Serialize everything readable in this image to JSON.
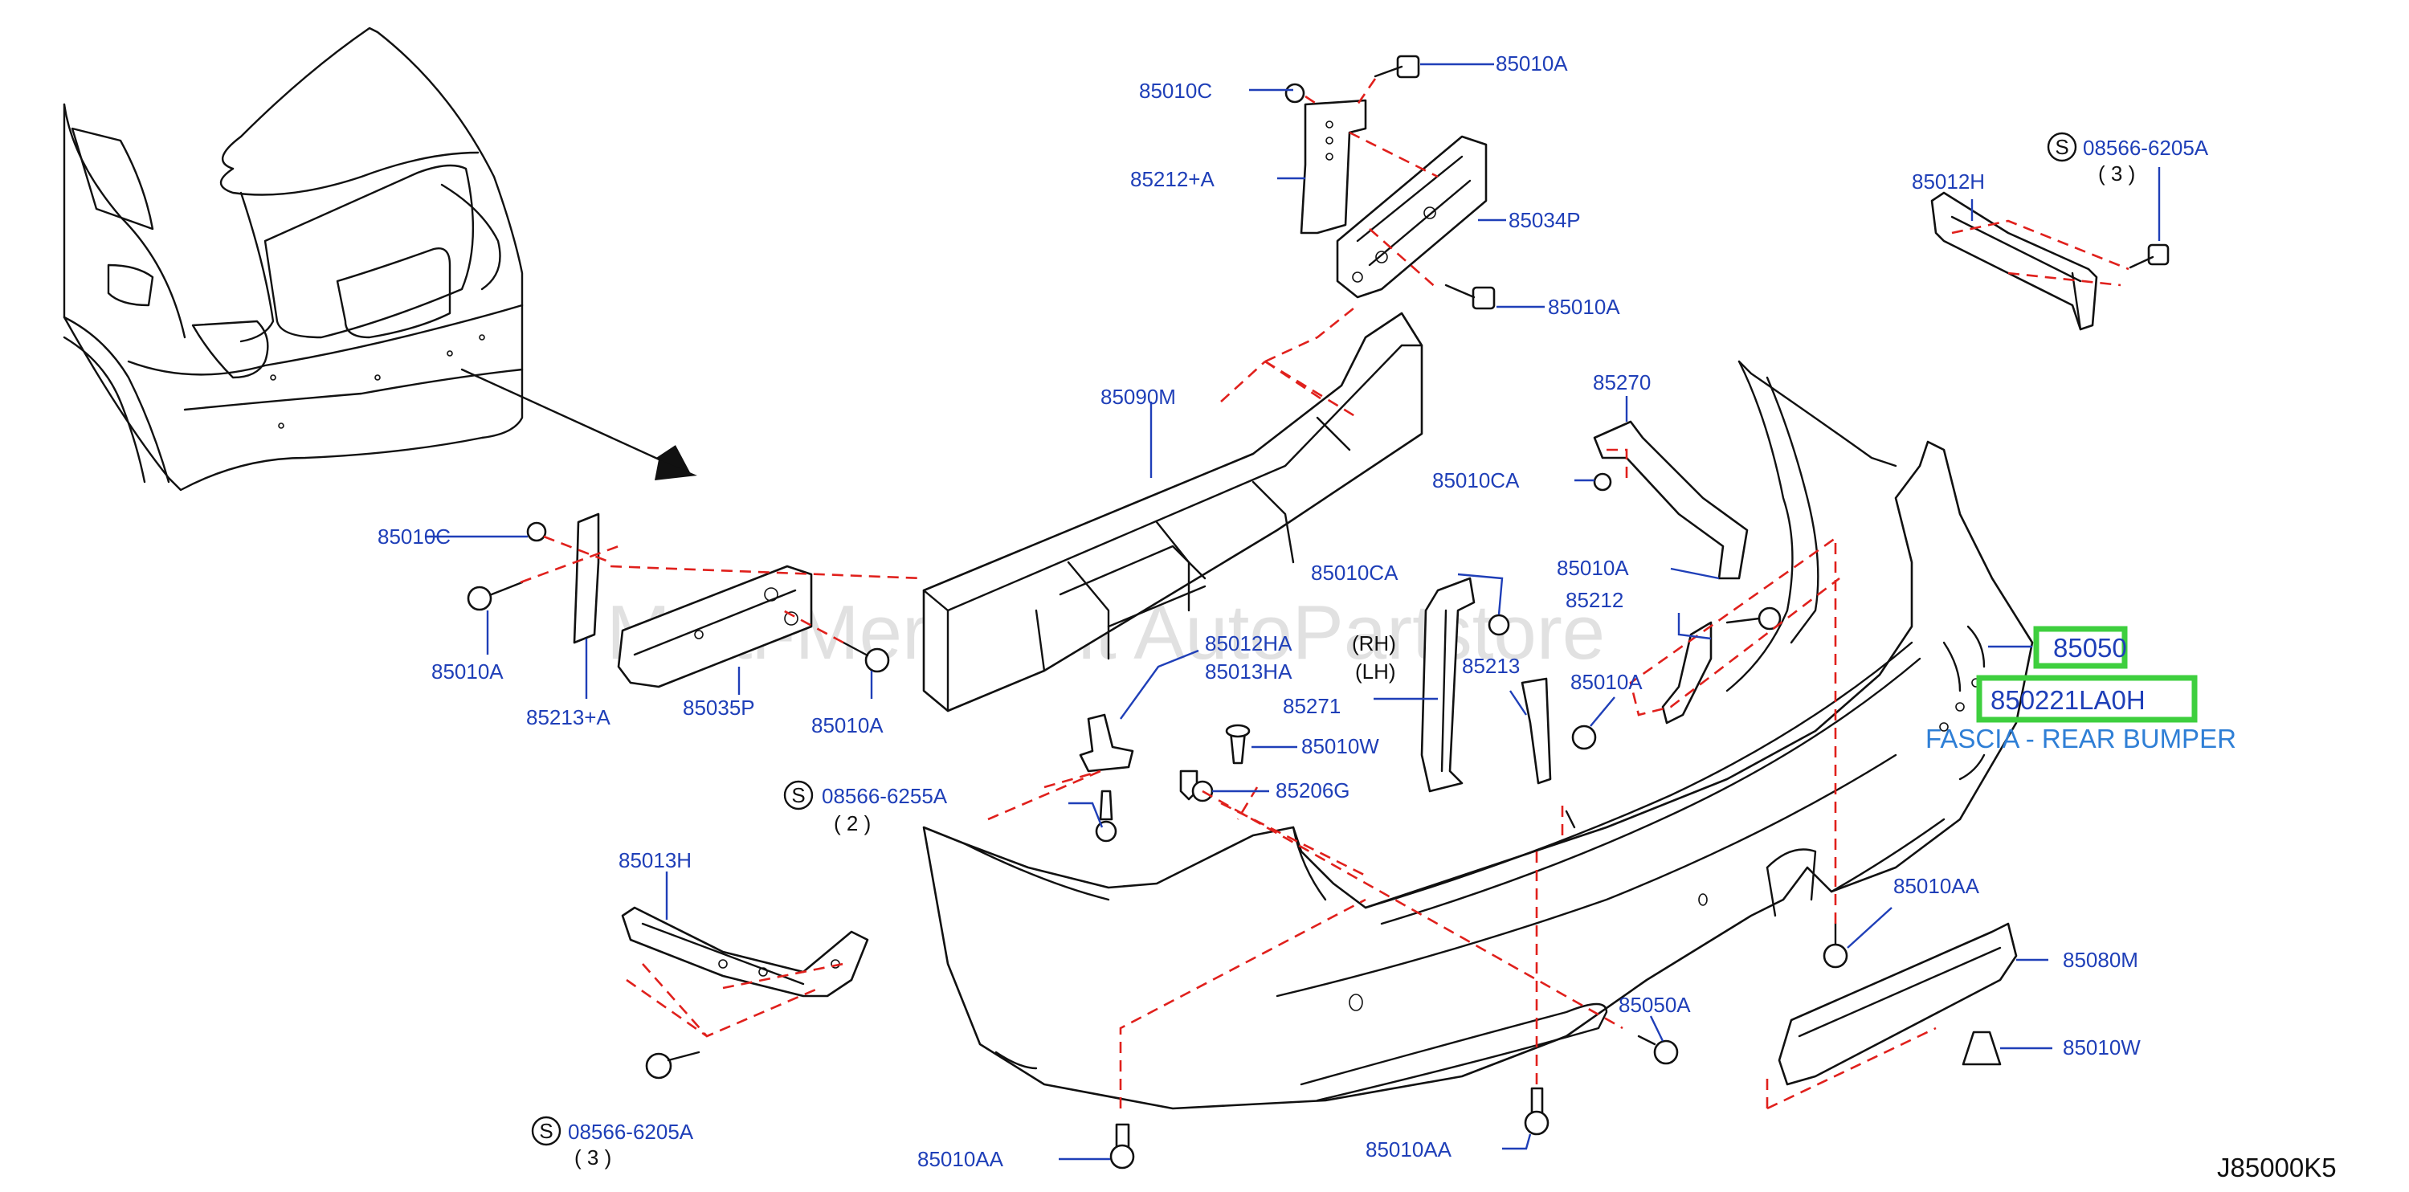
{
  "diagram": {
    "watermark": "Multi-Merchant AutoPartstore",
    "drawing_code": "J85000K5",
    "highlighted_part": {
      "part_number": "850221LA0H",
      "description": "FASCIA - REAR BUMPER",
      "ref": "85050",
      "highlight_color": "#3ecf3e"
    },
    "colors": {
      "label": "#1f3fb8",
      "description": "#2f7fd6",
      "dashed_line": "#e0201c"
    },
    "labels": {
      "p85010C_top": "85010C",
      "p85010A_top": "85010A",
      "p85212A": "85212+A",
      "p85034P": "85034P",
      "p85010A_mid": "85010A",
      "p85090M": "85090M",
      "p85012H": "85012H",
      "s08566_6205A_top": "08566-6205A",
      "q3_top": "( 3 )",
      "p85270": "85270",
      "p85010CA_upper": "85010CA",
      "p85010CA_lower": "85010CA",
      "p85010A_rh": "85010A",
      "p85212": "85212",
      "p85050": "85050",
      "p85010C_left": "85010C",
      "p85010A_left": "85010A",
      "p85213A": "85213+A",
      "p85035P": "85035P",
      "p85010A_left2": "85010A",
      "p85012HA": "85012HA",
      "p85013HA": "85013HA",
      "rh": "(RH)",
      "lh": "(LH)",
      "p85271": "85271",
      "p85213": "85213",
      "p85010A_clip": "85010A",
      "p85010W_upper": "85010W",
      "p85206G": "85206G",
      "s08566_6255A": "08566-6255A",
      "q2": "( 2 )",
      "p85013H": "85013H",
      "s08566_6205A_bot": "08566-6205A",
      "q3_bot": "( 3 )",
      "p85010AA_left": "85010AA",
      "p85010AA_mid": "85010AA",
      "p85050A": "85050A",
      "p85010AA_right": "85010AA",
      "p85080M": "85080M",
      "p85010W_lower": "85010W",
      "s_symbol": "S"
    }
  }
}
